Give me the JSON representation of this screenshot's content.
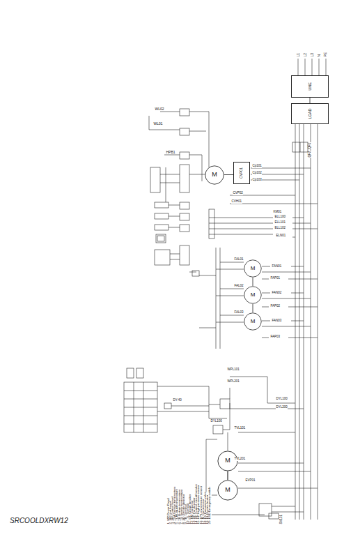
{
  "diagram": {
    "caption": "SRCOOLDXRW12",
    "nodes": [
      {
        "text": [
          "UNE"
        ]
      },
      {
        "text": [
          "LGAD"
        ]
      },
      {
        "text": [
          "CVP01"
        ]
      },
      {
        "text": [
          "M"
        ]
      },
      {
        "text": [
          "M"
        ]
      },
      {
        "text": [
          "M"
        ]
      },
      {
        "text": [
          "M"
        ]
      },
      {
        "text": [
          "M"
        ]
      },
      {
        "text": [
          "M"
        ]
      }
    ],
    "edges": [
      {
        "from": 0,
        "to": 1,
        "arrow": "none"
      },
      {
        "from": 3,
        "to": 2,
        "arrow": "none"
      },
      {
        "from": 4,
        "to": 5,
        "arrow": "none"
      },
      {
        "from": 5,
        "to": 6,
        "arrow": "none"
      },
      {
        "from": 7,
        "to": 8,
        "arrow": "none"
      }
    ],
    "labels": [
      "L1",
      "L2",
      "L3",
      "N",
      "PE",
      "QF1",
      "QF2",
      "WL02",
      "WL01",
      "HPB1",
      "Cp101",
      "Cp102",
      "Cp103",
      "CVP02",
      "CVH01",
      "KM01",
      "ELL100",
      "ELL101",
      "ELL102",
      "ELN01",
      "FAL01",
      "FAN01",
      "FAP01",
      "FAL02",
      "FAN02",
      "FAP02",
      "FAL03",
      "FAN03",
      "FAP03",
      "WPL101",
      "WPL201",
      "DYL100",
      "DYL200",
      "DYL100",
      "DY-40",
      "TVL101",
      "TVL201",
      "EVP01",
      "SV101",
      "1. MP Power Panel",
      "2. SM Unit board",
      "3. SM Control board",
      "4. TSA Suction temperature",
      "5. TLA Liquid temperature",
      "6. TR Return temperature",
      "7. TS Supply temperature",
      "8. SD Smoke detector",
      "9. TR Terminal",
      "10. TL Terminal",
      "11. DC Circuit breaker",
      "12. KM Contactor",
      "13. QF Fan breaker",
      "14. QF Control circuit breaker",
      "15. HP High pressure sensor",
      "16. LP Low pressure sensor",
      "17. M Compressor",
      "18. EV Expansion valve",
      "19. EL Electric heater",
      "20. ESD Emergency switch"
    ]
  }
}
